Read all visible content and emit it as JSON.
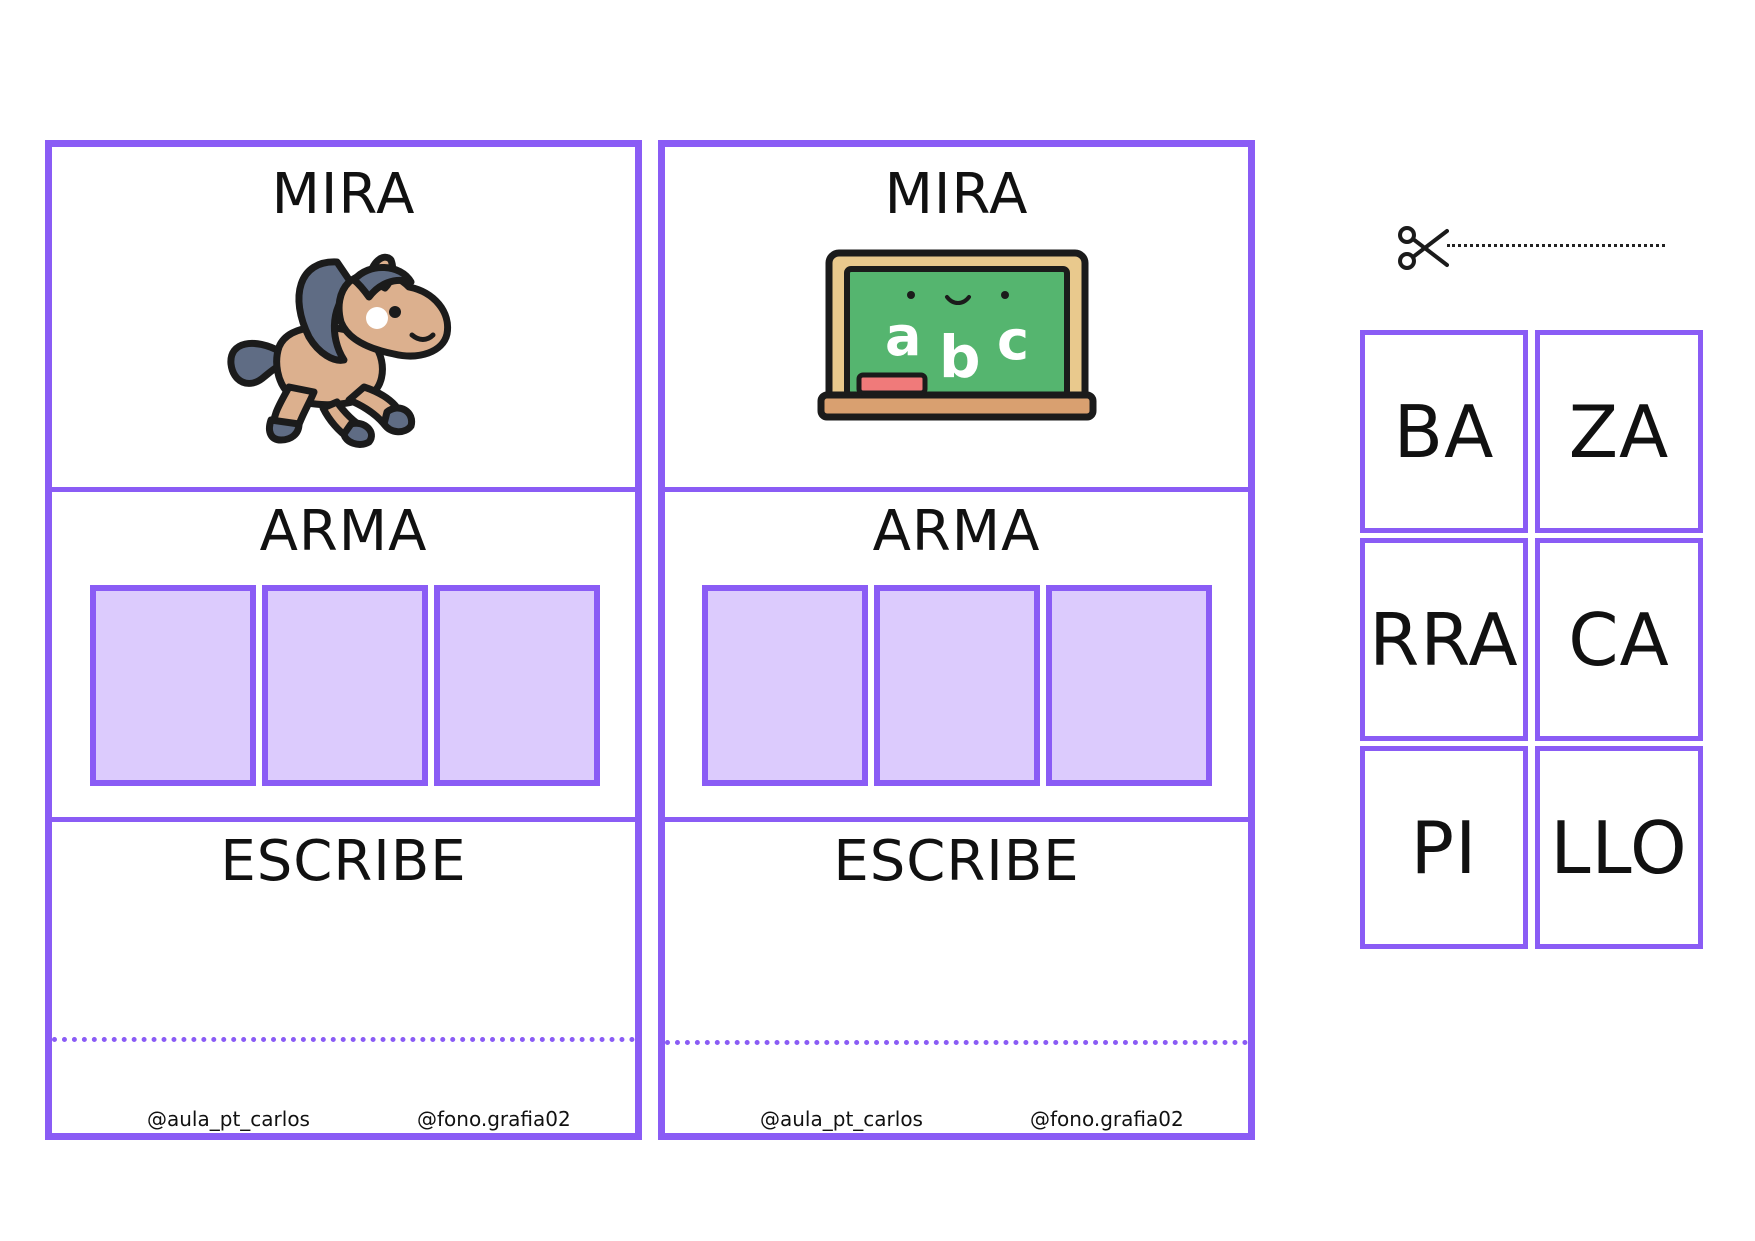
{
  "cards": [
    {
      "mira_label": "MIRA",
      "picture": "pony-icon",
      "arma_label": "ARMA",
      "escribe_label": "ESCRIBE",
      "credits": [
        "@aula_pt_carlos",
        "@fono.grafia02"
      ]
    },
    {
      "mira_label": "MIRA",
      "picture": "chalkboard-abc-icon",
      "chalk_letters": [
        "a",
        "b",
        "c"
      ],
      "arma_label": "ARMA",
      "escribe_label": "ESCRIBE",
      "credits": [
        "@aula_pt_carlos",
        "@fono.grafia02"
      ]
    }
  ],
  "cut_icon": "scissors-icon",
  "syllables": [
    [
      "BA",
      "ZA"
    ],
    [
      "RRA",
      "CA"
    ],
    [
      "PI",
      "LLO"
    ]
  ],
  "colors": {
    "border": "#8a5cf5",
    "slot_fill": "#dccbfd",
    "text": "#111111"
  }
}
